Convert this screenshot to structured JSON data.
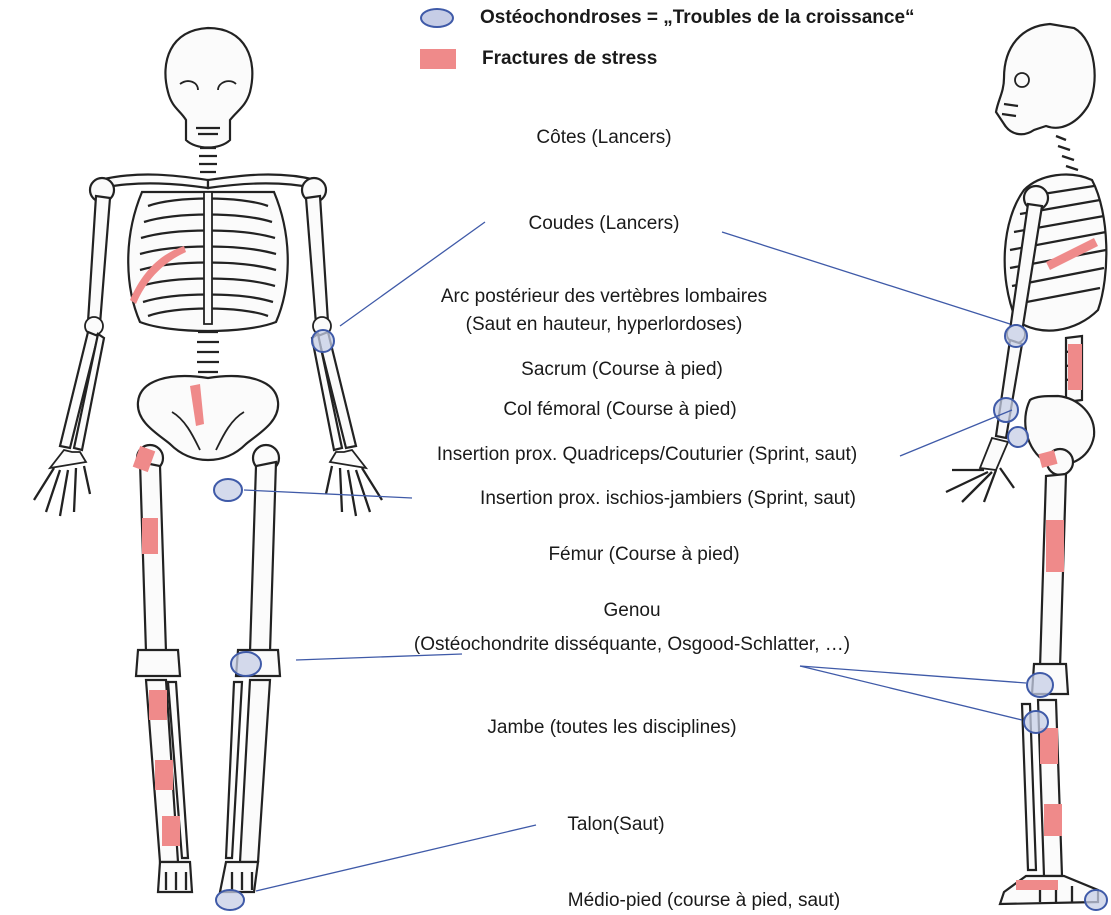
{
  "legend": {
    "osteochondrosis": "Ostéochondroses = „Troubles de la croissance“",
    "stress_fracture": "Fractures de stress"
  },
  "labels": {
    "ribs": "Côtes (Lancers)",
    "elbows": "Coudes (Lancers)",
    "vertebral_arch_line1": "Arc postérieur des vertèbres lombaires",
    "vertebral_arch_line2": "(Saut en hauteur, hyperlordoses)",
    "sacrum": "Sacrum (Course à pied)",
    "femoral_neck": "Col fémoral (Course à pied)",
    "quadriceps_insertion": "Insertion prox. Quadriceps/Couturier (Sprint, saut)",
    "hamstring_insertion": "Insertion prox. ischios-jambiers (Sprint, saut)",
    "femur": "Fémur (Course à pied)",
    "knee_line1": "Genou",
    "knee_line2": "(Ostéochondrite disséquante, Osgood-Schlatter, …)",
    "leg": "Jambe (toutes les disciplines)",
    "heel": "Talon(Saut)",
    "midfoot": "Médio-pied (course à pied, saut)"
  },
  "colors": {
    "stress_fracture": "#ef8a8a",
    "osteochondrosis_fill": "#c6cde6",
    "osteochondrosis_outline": "#3f5aa8",
    "leader_line": "#3f5aa8"
  }
}
